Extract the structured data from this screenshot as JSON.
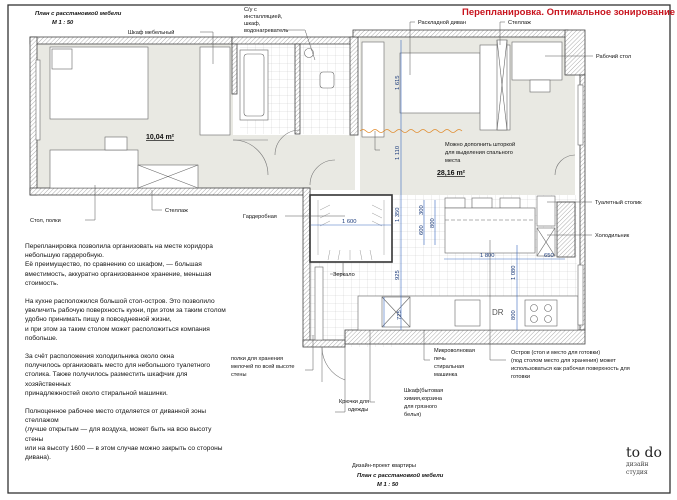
{
  "header": {
    "plan_title": "План с расстановкой мебели",
    "scale": "М 1 : 50",
    "main_title": "Перепланировка. Оптимальное зонирование"
  },
  "colors": {
    "title": "#c8141e",
    "dimension": "#1a3a7a",
    "floor": "#e9e9e3",
    "wall": "#555555",
    "curtain": "#e08a2a"
  },
  "labels": {
    "wardrobe_furniture": "Шкаф мебельный",
    "bathroom": {
      "lines": [
        "С/у с",
        "инсталляцией,",
        "шкаф,",
        "водонагреватель"
      ]
    },
    "sofa": "Раскладной диван",
    "shelving_top": "Стеллаж",
    "desk": "Рабочий стол",
    "area_small": "10,04 m²",
    "curtain": {
      "lines": [
        "Можно дополнить шторкой",
        "для выделения спального",
        "места"
      ]
    },
    "area_large": "28,16 m²",
    "table_shelves": "Стол, полки",
    "shelving_bottom": "Стеллаж",
    "walk_in_closet": "Гардеробная",
    "dressing_table": "Туалетный столик",
    "fridge": "Холодильник",
    "mirror": "Зеркало",
    "dishwasher": "DR",
    "small_shelves": {
      "lines": [
        "полки для хранения",
        "мелочей по всей высоте",
        "стены"
      ]
    },
    "hooks": {
      "lines": [
        "Крючки для",
        "одежды"
      ]
    },
    "cabinet": {
      "lines": [
        "Шкаф(бытовая",
        "химия,корзина",
        "для грязного",
        "белья)"
      ]
    },
    "microwave": {
      "lines": [
        "Микроволновая",
        "печь",
        "стиральная",
        "машинка"
      ]
    },
    "island": {
      "lines": [
        "Остров (стол и место для готовки)",
        "(под столом место для хранения) может",
        "использоваться как рабочая поверхность для",
        "готовки"
      ]
    }
  },
  "dimensions": {
    "sofa_depth": "1 615",
    "sofa_to_island": "1 110",
    "closet_side": "1 350",
    "hall": "925",
    "hall_small": "725",
    "closet_width": "1 600",
    "island_a": "300",
    "island_b": "600",
    "island_c": "800",
    "island_len": "1 800",
    "island_gap": "650",
    "aisle": "1 080",
    "counter": "800"
  },
  "notes": [
    {
      "lines": [
        "Перепланировка позволила организовать на месте коридора",
        "небольшую гардеробную.",
        "Её преимущество, по сравнению со шкафом, — большая",
        "вместимость, аккуратно организованное хранение, меньшая",
        "стоимость."
      ]
    },
    {
      "lines": [
        "На кухне расположился большой стол-остров. Это позволило",
        "увеличить рабочую поверхность кухни, при этом за таким столом",
        "удобно принимать пищу в повседневной жизни,",
        "и при этом за таким столом может расположиться компания",
        "побольше."
      ]
    },
    {
      "lines": [
        "За счёт расположения холодильника около окна",
        "получилось организовать место для небольшого туалетного",
        "столика. Также получилось разместить шкафчик для",
        "хозяйственных",
        "принадлежностей около стиральной машинки."
      ]
    },
    {
      "lines": [
        "Полноценное рабочее место отделяется от диванной зоны",
        "стеллажом",
        "(лучше открытым — для воздуха, может быть на всю высоту стены",
        "или на высоту 1600 — в этом случае можно закрыть со стороны",
        "дивана)."
      ]
    }
  ],
  "footer": {
    "project": "Дизайн-проект квартиры",
    "plan_title": "План с расстановкой мебели",
    "scale": "М 1 : 50"
  },
  "logo": {
    "text": "to do",
    "sub1": "дизайн",
    "sub2": "студия"
  }
}
